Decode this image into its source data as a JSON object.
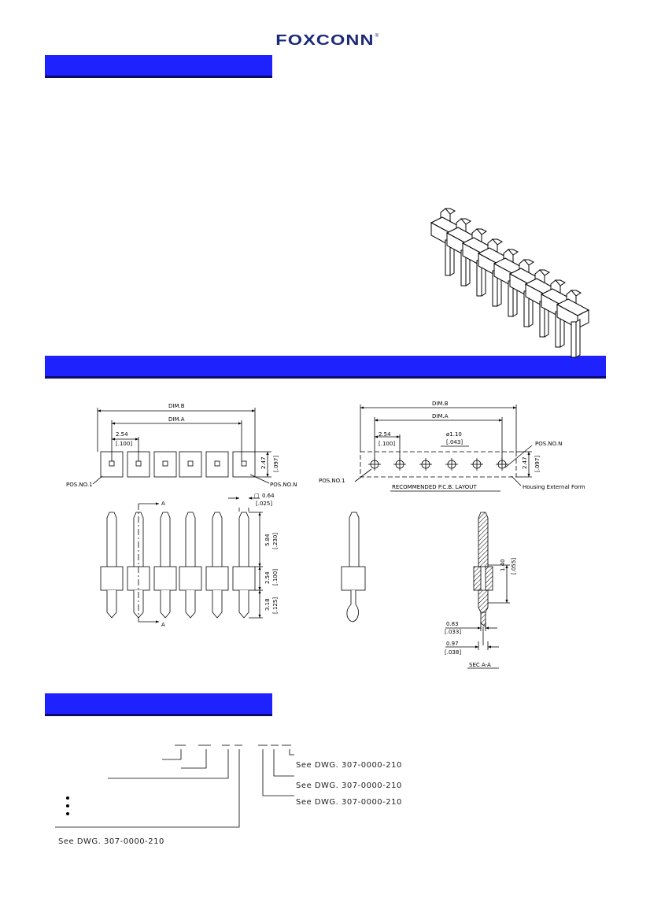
{
  "brand": {
    "name": "FOXCONN",
    "registered": "®",
    "color": "#1c2a78"
  },
  "colors": {
    "banner": "#1e22ff",
    "banner_shadow": "#0a0a70"
  },
  "top_view_left": {
    "dim_b": "DIM.B",
    "dim_a": "DIM.A",
    "pitch_mm": "2.54",
    "pitch_in": "[.100]",
    "height_mm": "2.47",
    "height_in": "[.097]",
    "pos_no_1": "POS.NO.1",
    "pos_no_n": "POS.NO.N"
  },
  "pcb_layout": {
    "dim_b": "DIM.B",
    "dim_a": "DIM.A",
    "pitch_mm": "2.54",
    "pitch_in": "[.100]",
    "hole_mm": "ø1.10",
    "hole_in": "[.043]",
    "height_mm": "2.47",
    "height_in": "[.097]",
    "pos_no_1": "POS.NO.1",
    "pos_no_n": "POS.NO.N",
    "recommended": "RECOMMENDED  P.C.B.  LAYOUT",
    "housing": "Housing External Form"
  },
  "front_view": {
    "section_a": "A",
    "square_symbol": "□",
    "pin_mm": "0.64",
    "pin_in": "[.025]",
    "upper_mm": "5.84",
    "upper_in": "[.230]",
    "housing_mm": "2.54",
    "housing_in": "[.100]",
    "tail_mm": "3.18",
    "tail_in": "[.125]"
  },
  "section_view": {
    "dim_140_mm": "1.40",
    "dim_140_in": "[.055]",
    "dim_083_mm": "0.83",
    "dim_083_in": "[.033]",
    "dim_097_mm": "0.97",
    "dim_097_in": "[.038]",
    "title": "SEC A-A"
  },
  "part_numbering": {
    "ref_1": "See  DWG.  307-0000-210",
    "ref_2": "See  DWG.  307-0000-210",
    "ref_3": "See  DWG.  307-0000-210",
    "ref_4": "See  DWG.  307-0000-210"
  }
}
